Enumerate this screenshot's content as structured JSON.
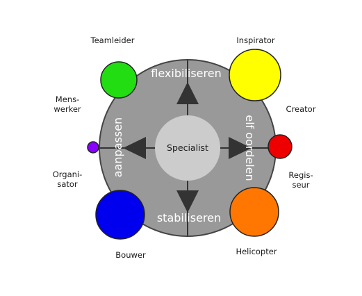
{
  "center": {
    "label": "Specialist"
  },
  "axes": {
    "top": "flexibiliseren",
    "bottom": "stabiliseren",
    "left": "aanpassen",
    "right": "elf oordelen"
  },
  "roles": [
    {
      "id": "teamleider",
      "label": "Teamleider",
      "color": "#22dd11"
    },
    {
      "id": "inspirator",
      "label": "Inspirator",
      "color": "#ffff00"
    },
    {
      "id": "mens-werker",
      "label": "Mens-\nwerker",
      "color": "#8800ff"
    },
    {
      "id": "creator",
      "label": "Creator",
      "color": "#ee0000"
    },
    {
      "id": "organisator",
      "label": "Organi-\nsator",
      "color": "#8800ff"
    },
    {
      "id": "regisseur",
      "label": "Regis-\nseur",
      "color": "#ee0000"
    },
    {
      "id": "bouwer",
      "label": "Bouwer",
      "color": "#0000ee"
    },
    {
      "id": "helicopter",
      "label": "Helicopter",
      "color": "#ff7700"
    }
  ],
  "colors": {
    "disc": "#999999",
    "disc_outline": "#444444",
    "center_circle": "#cccccc",
    "arrows": "#333333"
  }
}
